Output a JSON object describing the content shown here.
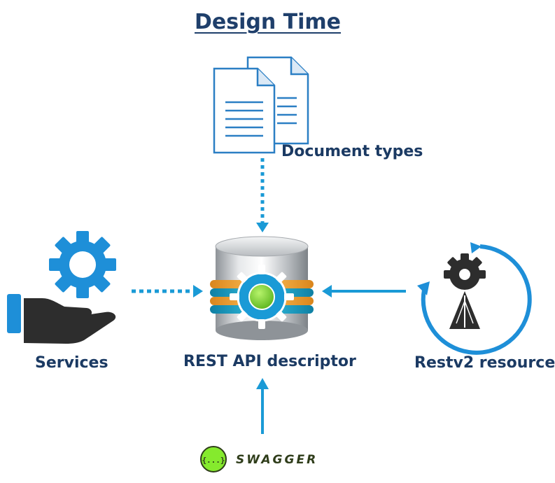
{
  "title": "Design Time",
  "document_types_label": "Document types",
  "services_label": "Services",
  "descriptor_label": "REST API descriptor",
  "restv2_label": "Restv2 resource",
  "swagger_label": "SWAGGER",
  "swagger_badge_glyph": "{...}",
  "colors": {
    "title": "#1f3f6b",
    "label": "#1b3a63",
    "accent_blue": "#1a9ad6",
    "icon_blue": "#1e8fd8",
    "dark": "#2d2d2d",
    "swagger_green": "#85ea2d",
    "orange_band": "#f2a33a",
    "teal_band": "#18a6c9"
  },
  "icons": {
    "document": "document-icon",
    "services": "gear-hand-icon",
    "descriptor": "database-icon",
    "restv2": "gear-cycle-icon",
    "swagger": "swagger-logo-icon"
  }
}
